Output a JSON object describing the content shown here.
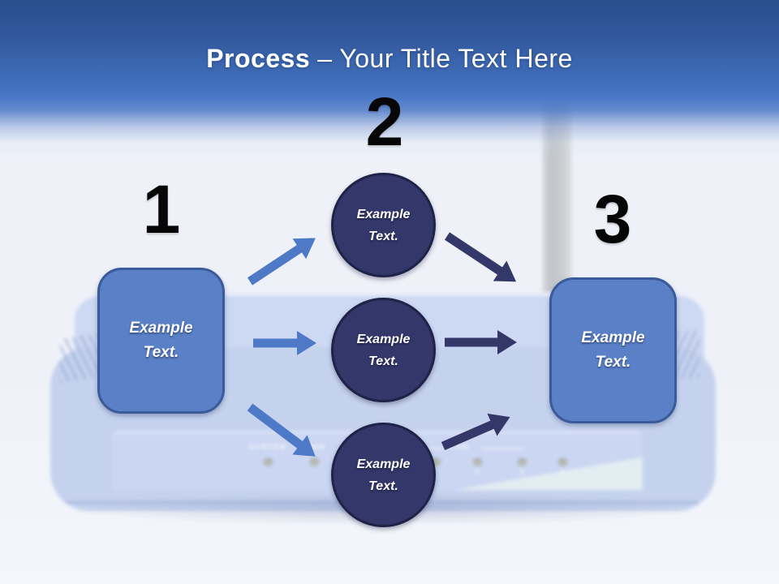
{
  "title": {
    "bold": "Process",
    "rest": "– Your Title Text Here"
  },
  "steps": [
    {
      "number": "1"
    },
    {
      "number": "2"
    },
    {
      "number": "3"
    }
  ],
  "shapes": {
    "left_box": {
      "line1": "Example",
      "line2": "Text."
    },
    "circle_top": {
      "line1": "Example",
      "line2": "Text."
    },
    "circle_middle": {
      "line1": "Example",
      "line2": "Text."
    },
    "circle_bottom": {
      "line1": "Example",
      "line2": "Text."
    },
    "right_box": {
      "line1": "Example",
      "line2": "Text."
    }
  },
  "router": {
    "labels": {
      "system": "SYSTEM",
      "wan": "WAN",
      "lan": "LAN"
    },
    "ports": {
      "p2": "2",
      "p3": "3",
      "p4": "4"
    }
  },
  "colors": {
    "header_top": "#2a4f8e",
    "header_blue": "#4a78c7",
    "background": "#eef1f8",
    "box_fill": "#5a80c8",
    "box_border": "#3b5a99",
    "circle_fill": "#333769",
    "circle_border": "#1f2348",
    "arrow_blue": "#4d79c6",
    "arrow_navy": "#343868",
    "title_color": "#ffffff",
    "number_color": "#060606",
    "router_body": "#c4d1ee",
    "antenna_gray": "#c4c7cc"
  }
}
